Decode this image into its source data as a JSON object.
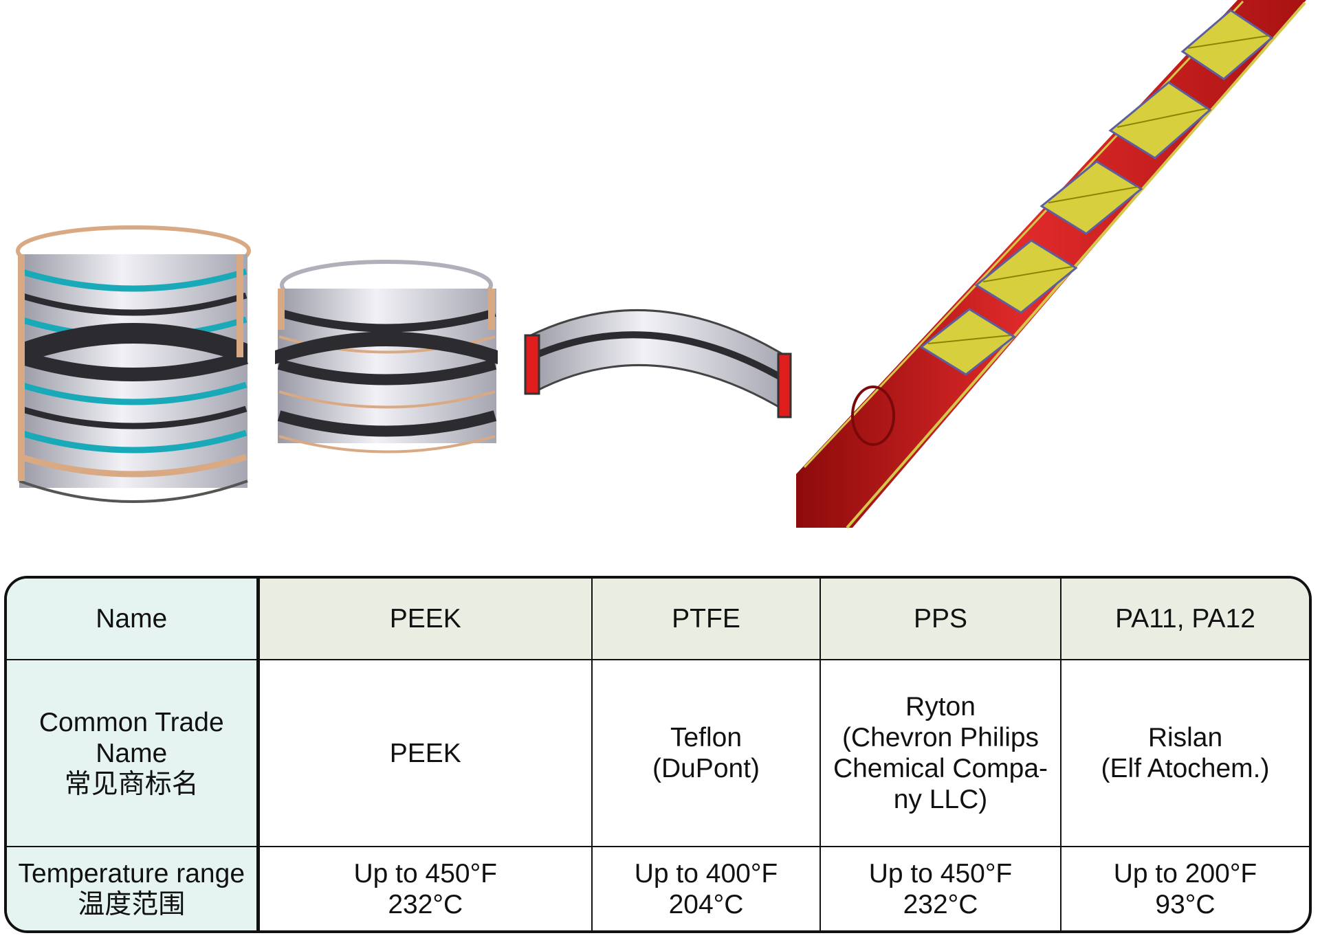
{
  "table": {
    "header": {
      "label": "Name",
      "columns": [
        "PEEK",
        "PTFE",
        "PPS",
        "PA11, PA12"
      ]
    },
    "trade_name": {
      "label_lines": [
        "Common Trade",
        "Name",
        "常见商标名"
      ],
      "values": [
        [
          "PEEK"
        ],
        [
          "Teflon",
          "(DuPont)"
        ],
        [
          "Ryton",
          "(Chevron Philips",
          "Chemical Compa-",
          "ny LLC)"
        ],
        [
          "Rislan",
          "(Elf Atochem.)"
        ]
      ]
    },
    "temperature": {
      "label_lines": [
        "Temperature range",
        "温度范围"
      ],
      "values": [
        [
          "Up to 450°F",
          "232°C"
        ],
        [
          "Up to 400°F",
          "204°C"
        ],
        [
          "Up to 450°F",
          "232°C"
        ],
        [
          "Up to 200°F",
          "93°C"
        ]
      ]
    }
  }
}
